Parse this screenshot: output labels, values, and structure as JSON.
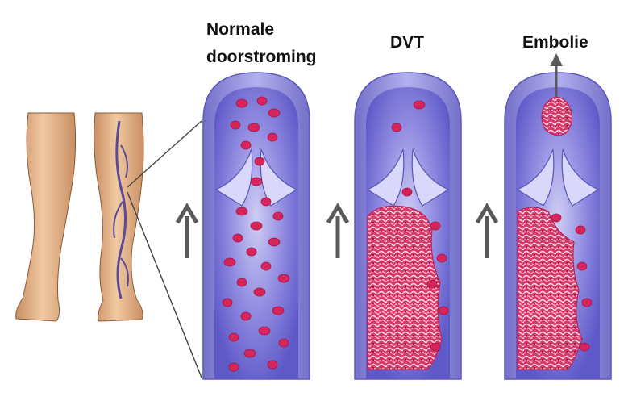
{
  "labels": {
    "normal_line1": "Normale",
    "normal_line2": "doorstroming",
    "dvt": "DVT",
    "embolism": "Embolie"
  },
  "colors": {
    "vein_wall": "#8c88d8",
    "vein_inner": "#b9b6ee",
    "vein_lumen": "#6f6ad0",
    "blood_cell": "#d7245c",
    "clot": "#e54a7c",
    "arrow": "#5a5a5a",
    "skin": "#e6b48c"
  },
  "icons": [
    "up-arrow-icon",
    "leg-illustration"
  ]
}
